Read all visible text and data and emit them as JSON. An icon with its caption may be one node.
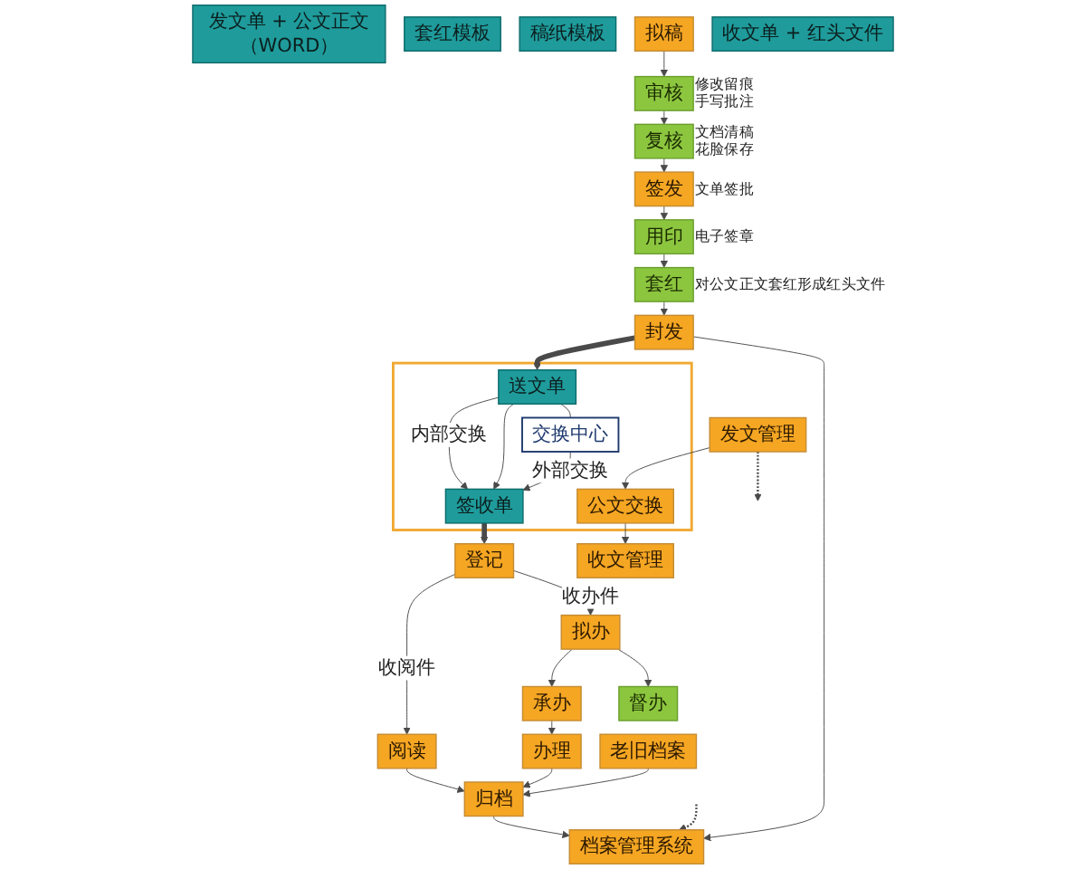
{
  "diagram": {
    "nodes": [
      {
        "text": [
          "发文管理"
        ]
      },
      {
        "text": [
          "发文单 + 公文正文（WORD）"
        ]
      },
      {
        "text": [
          "套红模板"
        ]
      },
      {
        "text": [
          "稿纸模板"
        ]
      },
      {
        "text": [
          "拟稿"
        ]
      },
      {
        "text": [
          "审核"
        ],
        "beside": [
          "修改留痕",
          "手写批注"
        ]
      },
      {
        "text": [
          "复核"
        ],
        "beside": [
          "文档清稿",
          "花脸保存"
        ]
      },
      {
        "text": [
          "签发"
        ],
        "beside": [
          "文单签批"
        ]
      },
      {
        "text": [
          "用印"
        ],
        "beside": [
          "电子签章"
        ]
      },
      {
        "text": [
          "套红"
        ],
        "beside": [
          "对公文正文套红形成红头文件"
        ]
      },
      {
        "text": [
          "封发"
        ]
      },
      {
        "text": [],
        "shape": "box"
      },
      {
        "text": [
          "公文交换"
        ],
        "in": 11
      },
      {
        "text": [
          "签收单"
        ],
        "in": 11
      },
      {
        "text": [
          "送文单"
        ],
        "in": 11
      },
      {
        "text": [
          "交换中心"
        ],
        "in": 11
      },
      {
        "text": [
          "收文管理"
        ]
      },
      {
        "text": [
          "登记"
        ]
      },
      {
        "text": [
          "阅读"
        ]
      },
      {
        "text": [
          "拟办"
        ]
      },
      {
        "text": [
          "承办"
        ]
      },
      {
        "text": [
          "办理"
        ]
      },
      {
        "text": [
          "归档"
        ]
      },
      {
        "text": [
          "档案管理系统"
        ]
      },
      {
        "text": [
          "督办"
        ]
      },
      {
        "text": [
          "老旧档案"
        ]
      },
      {
        "text": [
          "收文单 + 红头文件"
        ]
      }
    ],
    "edges": [
      {
        "from": 0,
        "to": null,
        "arrow": "to",
        "style": "dashed"
      },
      {
        "from": 0,
        "to": 12,
        "arrow": "to"
      },
      {
        "from": 4,
        "to": 5,
        "arrow": "to"
      },
      {
        "from": 5,
        "to": 6,
        "arrow": "to"
      },
      {
        "from": 6,
        "to": 7,
        "arrow": "to"
      },
      {
        "from": 7,
        "to": 8,
        "arrow": "to"
      },
      {
        "from": 8,
        "to": 9,
        "arrow": "to"
      },
      {
        "from": 9,
        "to": 10,
        "arrow": "to"
      },
      {
        "from": 10,
        "to": 14,
        "arrow": "to",
        "style": "thick"
      },
      {
        "from": 10,
        "to": 23,
        "arrow": "to"
      },
      {
        "from": 14,
        "to": 13,
        "arrow": "to",
        "label": "内部交换"
      },
      {
        "from": 14,
        "to": 13,
        "arrow": "to"
      },
      {
        "from": 14,
        "to": 15,
        "arrow": "none"
      },
      {
        "from": 15,
        "to": 13,
        "arrow": "to",
        "label": "外部交换"
      },
      {
        "from": 12,
        "to": 16,
        "arrow": "to"
      },
      {
        "from": 13,
        "to": 17,
        "arrow": "to",
        "style": "thick"
      },
      {
        "from": 17,
        "to": 18,
        "arrow": "to",
        "label": "收阅件"
      },
      {
        "from": 17,
        "to": 19,
        "arrow": "to",
        "label": "收办件"
      },
      {
        "from": 19,
        "to": 20,
        "arrow": "to"
      },
      {
        "from": 19,
        "to": 24,
        "arrow": "to"
      },
      {
        "from": 20,
        "to": 21,
        "arrow": "to"
      },
      {
        "from": 18,
        "to": 22,
        "arrow": "to"
      },
      {
        "from": 21,
        "to": 22,
        "arrow": "to"
      },
      {
        "from": 25,
        "to": 22,
        "arrow": "to"
      },
      {
        "from": 22,
        "to": 23,
        "arrow": "to"
      },
      {
        "from": null,
        "to": 23,
        "arrow": "to",
        "style": "dashed"
      }
    ]
  }
}
